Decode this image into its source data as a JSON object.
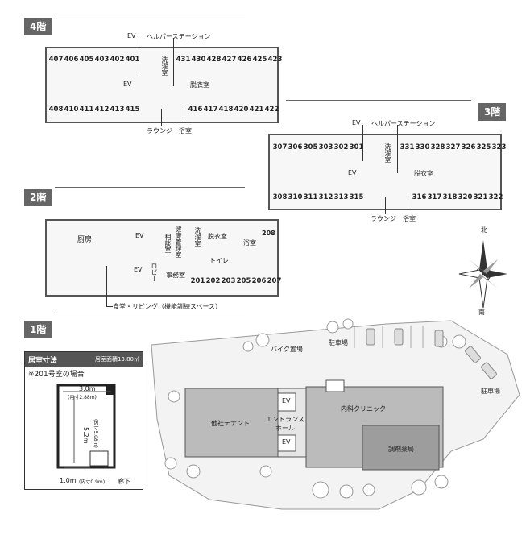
{
  "floor4": {
    "badge": "4階",
    "rooms_top": [
      "407",
      "406",
      "405",
      "403",
      "402",
      "401",
      "431",
      "430",
      "428",
      "427",
      "426",
      "425",
      "423"
    ],
    "rooms_bottom": [
      "408",
      "410",
      "411",
      "412",
      "413",
      "415",
      "416",
      "417",
      "418",
      "420",
      "421",
      "422"
    ],
    "ev_top": "EV",
    "ev_mid": "EV",
    "helper_station": "ヘルパーステーション",
    "laundry": "洗濯室",
    "changing": "脱衣室",
    "lounge": "ラウンジ",
    "bath": "浴室"
  },
  "floor3": {
    "badge": "3階",
    "rooms_top": [
      "307",
      "306",
      "305",
      "303",
      "302",
      "301",
      "331",
      "330",
      "328",
      "327",
      "326",
      "325",
      "323"
    ],
    "rooms_bottom": [
      "308",
      "310",
      "311",
      "312",
      "313",
      "315",
      "316",
      "317",
      "318",
      "320",
      "321",
      "322"
    ],
    "ev_top": "EV",
    "ev_mid": "EV",
    "helper_station": "ヘルパーステーション",
    "laundry": "洗濯室",
    "changing": "脱衣室",
    "lounge": "ラウンジ",
    "bath": "浴室"
  },
  "floor2": {
    "badge": "2階",
    "kitchen": "厨房",
    "ev_top": "EV",
    "ev_bottom": "EV",
    "consultation": "相談室",
    "health": "健康管理室",
    "laundry": "洗濯室",
    "changing": "脱衣室",
    "bath": "浴室",
    "room208": "208",
    "toilet": "トイレ",
    "lobby": "ロビー",
    "office": "事務室",
    "rooms_bottom": [
      "201",
      "202",
      "203",
      "205",
      "206",
      "207"
    ],
    "dining": "食堂・リビング（機能訓練スペース）"
  },
  "compass": {
    "north": "北",
    "south": "南"
  },
  "floor1": {
    "badge": "1階",
    "bike": "バイク置場",
    "parking_top": "駐車場",
    "parking_right": "駐車場",
    "ev_top": "EV",
    "ev_bottom": "EV",
    "tenant": "他社テナント",
    "entrance": "エントランス\nホール",
    "clinic": "内科クリニック",
    "pharmacy": "調剤薬局"
  },
  "room_dimensions": {
    "heading": "居室寸法",
    "area": "居室面積13.80㎡",
    "note": "※201号室の場合",
    "width_top": "3.0m",
    "width_top_inner": "(内寸2.88m)",
    "depth": "5.2m",
    "depth_inner": "(内寸5.08m)",
    "width_bottom": "1.0m",
    "width_bottom_inner": "(内寸0.9m)",
    "corridor": "廊下"
  }
}
